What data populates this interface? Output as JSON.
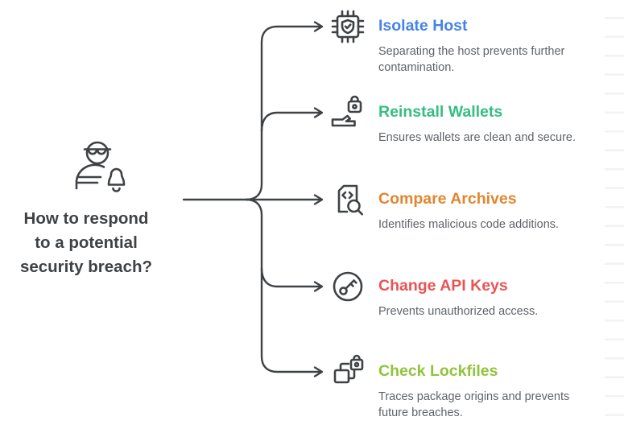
{
  "question": {
    "icon": "security-person-bell",
    "lines": [
      "How to respond",
      "to a potential",
      "security breach?"
    ]
  },
  "items": [
    {
      "icon": "chip-shield",
      "title": "Isolate Host",
      "description": "Separating the host prevents further contamination.",
      "color": "#4583ea"
    },
    {
      "icon": "hand-lock",
      "title": "Reinstall Wallets",
      "description": "Ensures wallets are clean and secure.",
      "color": "#34be82"
    },
    {
      "icon": "document-code-search",
      "title": "Compare Archives",
      "description": "Identifies malicious code additions.",
      "color": "#e2862e"
    },
    {
      "icon": "key-circle",
      "title": "Change API Keys",
      "description": "Prevents unauthorized access.",
      "color": "#ea5455"
    },
    {
      "icon": "copy-lock",
      "title": "Check Lockfiles",
      "description": "Traces package origins and prevents future breaches.",
      "color": "#90c43c"
    }
  ],
  "colors": {
    "line": "#3f4245",
    "question_text": "#3f4245",
    "description_text": "#5f6368",
    "background": "#ffffff",
    "ruler_lines": "#f1f2f3"
  }
}
